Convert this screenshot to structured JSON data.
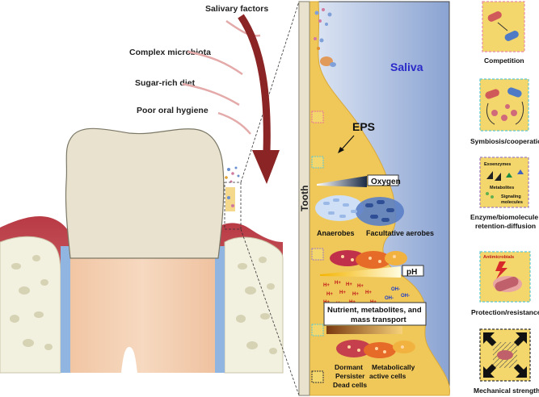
{
  "factors": {
    "salivary": "Salivary factors",
    "microbiota": "Complex microbiota",
    "diet": "Sugar-rich diet",
    "hygiene": "Poor oral hygiene"
  },
  "biofilm": {
    "tooth": "Tooth",
    "saliva": "Saliva",
    "eps": "EPS",
    "oxygen": "Oxygen",
    "anaerobes": "Anaerobes",
    "facultative": "Facultative aerobes",
    "ph": "pH",
    "h_plus": "H+",
    "oh_minus": "OH-",
    "nutrient_line1": "Nutrient, metabolites, and",
    "nutrient_line2": "mass transport",
    "dormant": "Dormant",
    "persister": "Persister",
    "dead": "Dead cells",
    "metab_line1": "Metabolically",
    "metab_line2": "active cells"
  },
  "panels": {
    "competition": "Competition",
    "symbiosis": "Symbiosis/cooperation",
    "exoenzymes": "Exoenzymes",
    "metabolites": "Metabolites",
    "signaling_line1": "Signaling",
    "signaling_line2": "molecules",
    "enzyme_line1": "Enzyme/biomolecule",
    "enzyme_line2": "retention-diffusion",
    "antimicrobials": "Antimicrobials",
    "protection": "Protection/resistance",
    "mechanical": "Mechanical strength"
  },
  "colors": {
    "saliva_blue": "#9fb3d9",
    "biofilm_yellow": "#f0c85a",
    "gum_red": "#c0474e",
    "arrow_red": "#8b2424",
    "panel_pink": "#e88aa8",
    "panel_teal": "#5ec8d2"
  }
}
